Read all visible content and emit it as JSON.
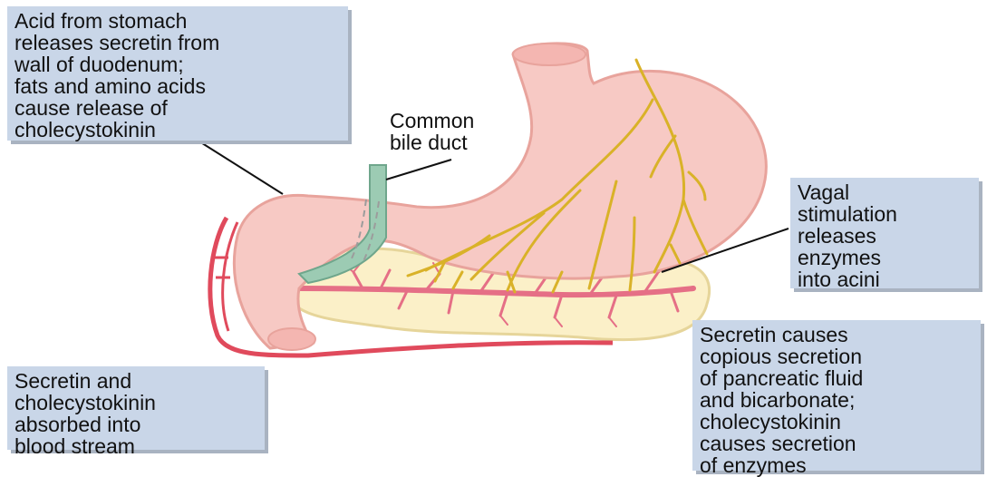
{
  "callouts": {
    "acid": "Acid from stomach\nreleases secretin from\nwall of duodenum;\nfats and amino acids\ncause release of\ncholecystokinin",
    "bile_duct": "Common\nbile duct",
    "vagal": "Vagal\nstimulation\nreleases\nenzymes\ninto acini",
    "blood": "Secretin and\ncholecystokinin\nabsorbed into\nblood stream",
    "secretin": "Secretin causes\ncopious secretion\nof pancreatic fluid\nand bicarbonate;\ncholecystokinin\ncauses secretion\nof enzymes"
  },
  "colors": {
    "stomach": "#f7c9c4",
    "stomach_outline": "#e8a39c",
    "pancreas": "#fbf0c8",
    "ducts": "#e56f86",
    "nerves": "#d9b228",
    "bile_duct": "#9ccbb3",
    "blood_vessel": "#e04a5c",
    "callout_bg": "#c9d6e8"
  }
}
